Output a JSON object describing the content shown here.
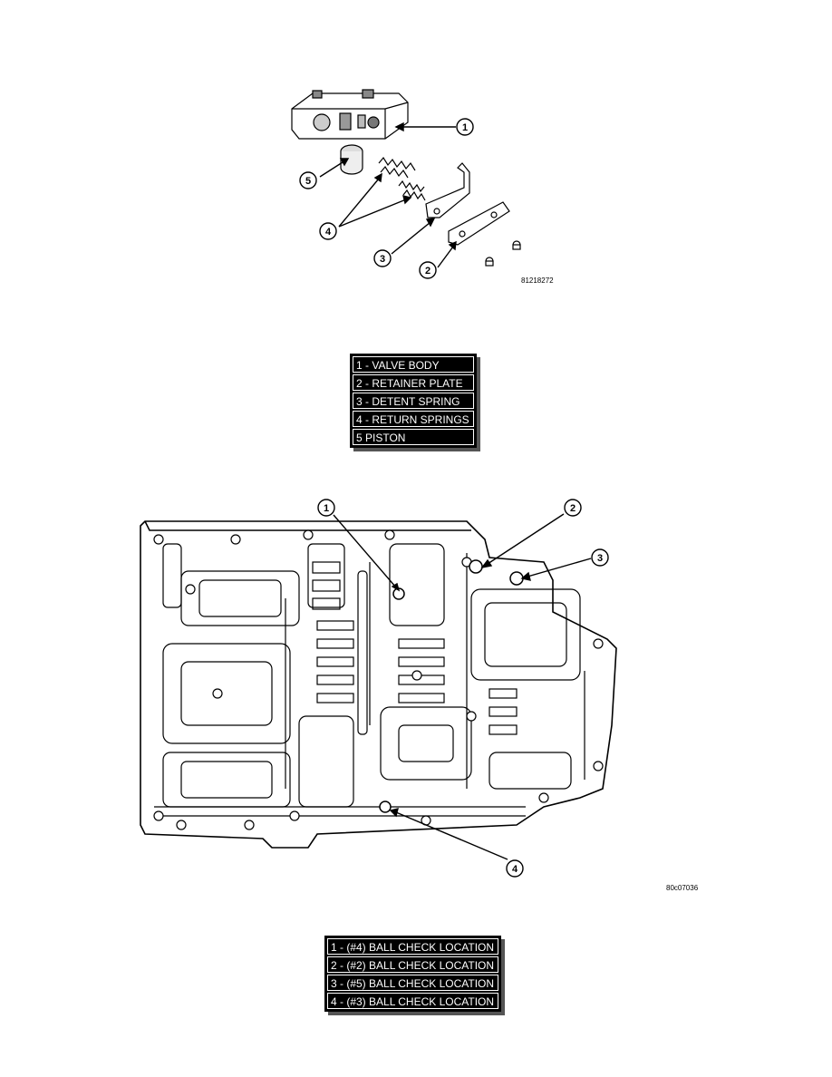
{
  "figure1": {
    "code": "81218272",
    "callouts": [
      "1",
      "2",
      "3",
      "4",
      "5"
    ]
  },
  "legend1": {
    "items": [
      "1 - VALVE BODY",
      "2 - RETAINER PLATE",
      "3 - DETENT SPRING",
      "4 - RETURN SPRINGS",
      "5   PISTON"
    ]
  },
  "figure2": {
    "code": "80c07036",
    "callouts": [
      "1",
      "2",
      "3",
      "4"
    ]
  },
  "legend2": {
    "items": [
      "1 - (#4) BALL CHECK LOCATION",
      "2 - (#2) BALL CHECK LOCATION",
      "3 - (#5) BALL CHECK LOCATION",
      "4 - (#3) BALL CHECK LOCATION"
    ]
  }
}
